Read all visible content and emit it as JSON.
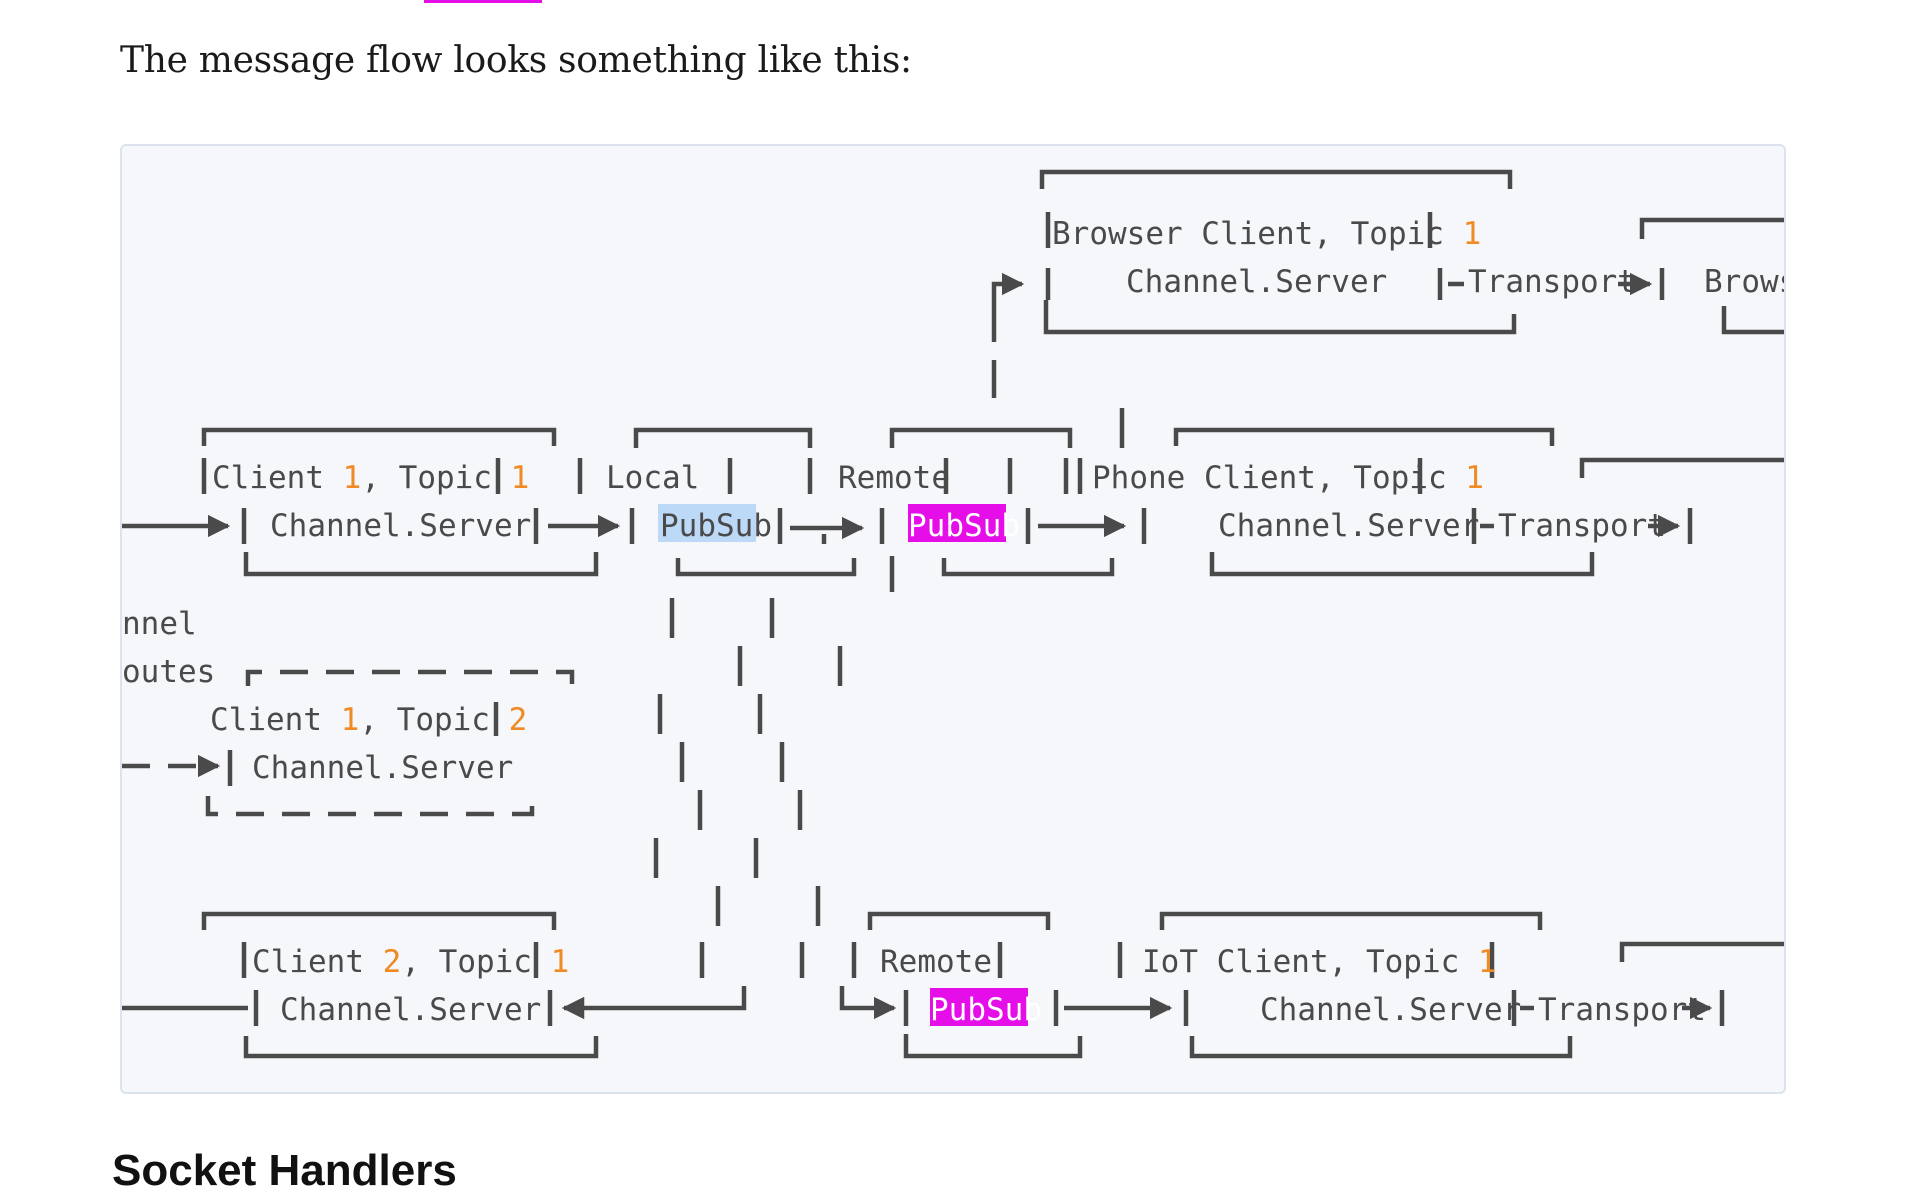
{
  "intro_text": "The message flow looks something like this:",
  "next_heading": "Socket Handlers",
  "colors": {
    "number": "#f08a24",
    "local_pubsub_highlight": "#bcd9f8",
    "remote_pubsub_highlight": "#e60ee8",
    "code_background": "#f5f7fb"
  },
  "diagram": {
    "browser_client_title_a": "Browser Client, Topic ",
    "browser_client_title_num": "1",
    "browser_channel": "Channel.Server",
    "browser_transport": "Transport",
    "browser_right_clip": "Brows",
    "client1_a": "Client ",
    "client1_num": "1",
    "client1_b": ", Topic ",
    "client1_topic": "1",
    "client1_channel": "Channel.Server",
    "local_label": "Local",
    "local_pubsub": "PubSub",
    "remote_label": "Remote",
    "remote_pubsub": "PubSub",
    "phone_title_a": "Phone Client, Topic ",
    "phone_title_num": "1",
    "phone_channel": "Channel.Server",
    "phone_transport": "Transport",
    "left_clip_channel": "nnel",
    "left_clip_routes": "outes",
    "client1t2_a": "Client ",
    "client1t2_num": "1",
    "client1t2_b": ", Topic ",
    "client1t2_topic": "2",
    "client1t2_channel": "Channel.Server",
    "client2_a": "Client ",
    "client2_num": "2",
    "client2_b": ", Topic ",
    "client2_topic": "1",
    "client2_channel": "Channel.Server",
    "remote2_label": "Remote",
    "remote2_pubsub": "PubSub",
    "iot_title_a": "IoT Client, Topic ",
    "iot_title_num": "1",
    "iot_channel": "Channel.Server",
    "iot_transport": "Transport"
  }
}
